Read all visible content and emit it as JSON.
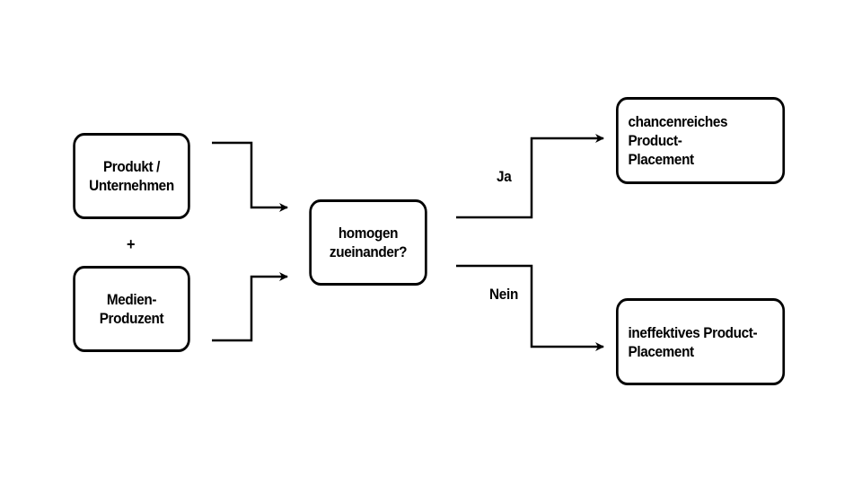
{
  "diagram": {
    "nodes": {
      "product": {
        "lines": [
          "Produkt /",
          "Unternehmen"
        ]
      },
      "media": {
        "lines": [
          "Medien-",
          "Produzent"
        ]
      },
      "homogen": {
        "lines": [
          "homogen",
          "zueinander?"
        ]
      },
      "chance": {
        "lines": [
          "chancenreiches Product-",
          "Placement"
        ]
      },
      "ineffective": {
        "lines": [
          "ineffektives Product-",
          "Placement"
        ]
      }
    },
    "connector_plus": "+",
    "edges": {
      "yes_label": "Ja",
      "no_label": "Nein"
    },
    "colors": {
      "line": "#000000",
      "background": "#ffffff"
    }
  }
}
